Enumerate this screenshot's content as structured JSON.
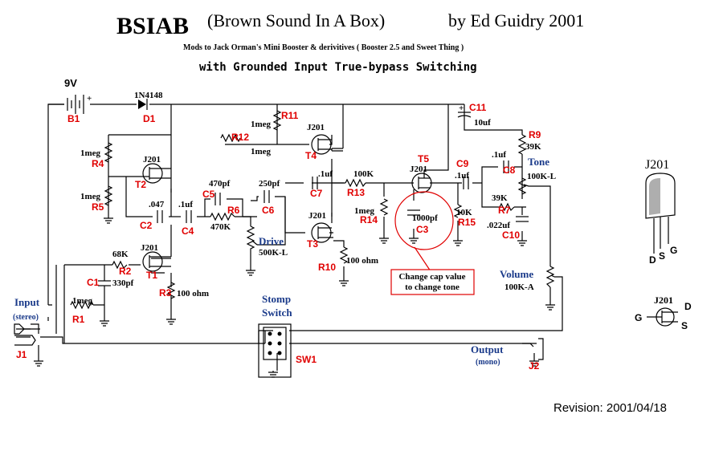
{
  "header": {
    "title_main": "BSIAB",
    "title_paren": "(Brown Sound In A Box)",
    "author": "by Ed Guidry  2001",
    "subtitle": "Mods to Jack Orman's Mini Booster & derivitives ( Booster 2.5 and Sweet Thing )",
    "subtitle2": "with Grounded Input True-bypass Switching",
    "revision": "Revision: 2001/04/18"
  },
  "labels": {
    "v9": "9V",
    "d1_part": "1N4148",
    "b1": "B1",
    "d1": "D1",
    "r11_val": "1meg",
    "r11": "R11",
    "c11": "C11",
    "c11_val": "10uf",
    "r12": "R12",
    "r12_val": "1meg",
    "t4_part": "J201",
    "t4": "T4",
    "r9": "R9",
    "r9_val": "39K",
    "r4_val": "1meg",
    "r4": "R4",
    "t2_part": "J201",
    "t2": "T2",
    "r5_val": "1meg",
    "r5": "R5",
    "c2_val": ".047",
    "c2": "C2",
    "c4_val": ".1uf",
    "c4": "C4",
    "c5_val": "470pf",
    "c5": "C5",
    "r6": "R6",
    "r6_val": "470K",
    "c6_val": "250pf",
    "c6": "C6",
    "drive": "Drive",
    "drive_val": "500K-L",
    "c7_val": ".1uf",
    "c7": "C7",
    "r13_val": "100K",
    "r13": "R13",
    "t5": "T5",
    "t5_part": "J201",
    "c9": "C9",
    "c9_val": ".1uf",
    "c8_val": ".1uf",
    "c8": "C8",
    "tone": "Tone",
    "tone_val": "100K-L",
    "r7_val": "39K",
    "r7": "R7",
    "c10_val": ".022uf",
    "c10": "C10",
    "r14_val": "1meg",
    "r14": "R14",
    "c3_val": "1000pf",
    "c3": "C3",
    "r15_val": "10K",
    "r15": "R15",
    "t3_part": "J201",
    "t3": "T3",
    "r10_val": "100 ohm",
    "r10": "R10",
    "note_line1": "Change cap value",
    "note_line2": "to change tone",
    "volume": "Volume",
    "volume_val": "100K-A",
    "r2_val": "68K",
    "r2": "R2",
    "t1_part": "J201",
    "t1": "T1",
    "c1": "C1",
    "c1_val": "330pf",
    "r3": "R3",
    "r3_val": "100 ohm",
    "input": "Input",
    "input_sub": "(stereo)",
    "r1_val": "1meg",
    "r1": "R1",
    "j1": "J1",
    "stomp": "Stomp",
    "switch": "Switch",
    "sw1": "SW1",
    "output": "Output",
    "output_sub": "(mono)",
    "j2": "J2",
    "pkg_title": "J201",
    "pkg_d": "D",
    "pkg_s": "S",
    "pkg_g": "G",
    "sym_title": "J201",
    "sym_g": "G",
    "sym_d": "D",
    "sym_s": "S"
  },
  "colors": {
    "component_label": "#e00000",
    "control_label": "#1a3a8a",
    "wire": "#000000",
    "note_circle": "#e00000"
  }
}
